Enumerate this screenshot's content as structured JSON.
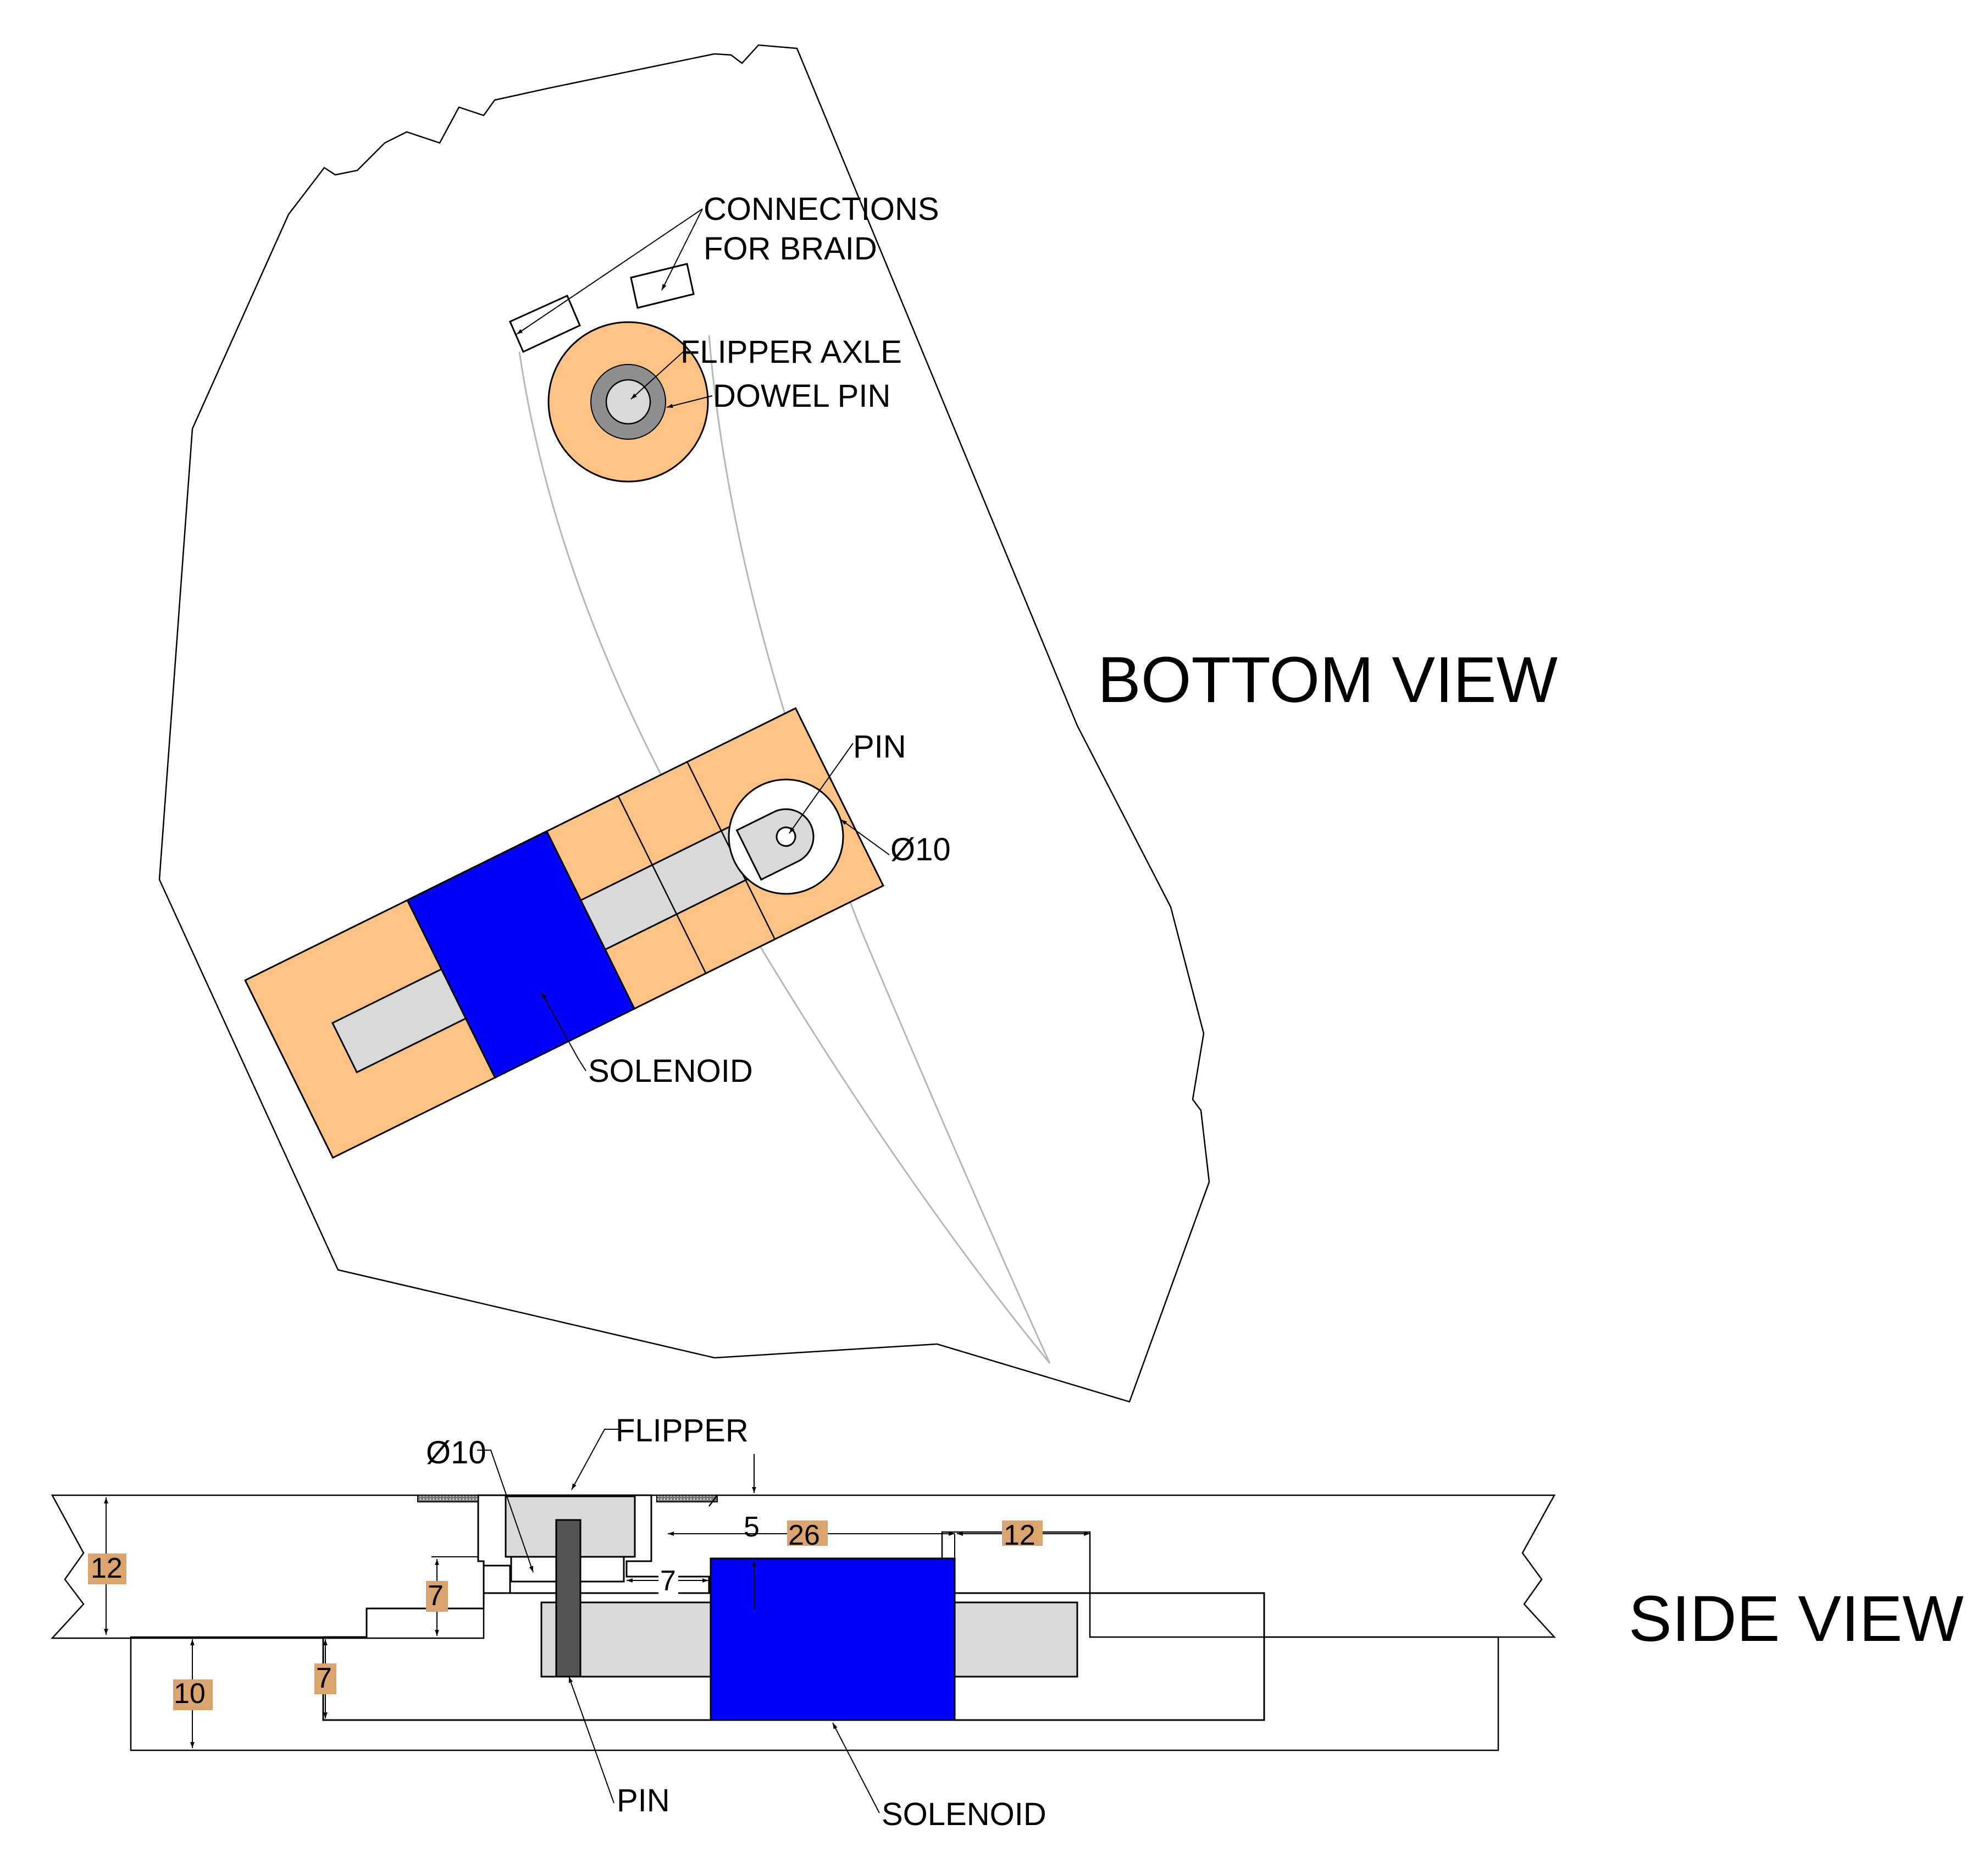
{
  "colors": {
    "wood": "#D9A46E",
    "pad": "#FCC385",
    "solenoid": "#0000FF",
    "plunger": "#D9D9D9",
    "pin": "#555555",
    "dowel_ring": "#8E8E8E",
    "line": "#000000",
    "ghost_line": "#B8B8B8"
  },
  "bottom_view": {
    "title": "BOTTOM VIEW",
    "labels": {
      "connections_1": "CONNECTIONS",
      "connections_2": "FOR BRAID",
      "flipper_axle": "FLIPPER AXLE",
      "dowel_pin": "DOWEL PIN",
      "pin": "PIN",
      "diameter": "Ø10",
      "solenoid": "SOLENOID"
    }
  },
  "side_view": {
    "title": "SIDE VIEW",
    "labels": {
      "diameter": "Ø10",
      "flipper": "FLIPPER",
      "pin": "PIN",
      "solenoid": "SOLENOID"
    },
    "dimensions": {
      "board_thickness": "12",
      "recess_depth": "7",
      "base_thickness": "10",
      "cavity_depth": "7",
      "top_gap": "5",
      "solenoid_length": "26",
      "pin_to_solenoid": "7",
      "plunger_travel": "12"
    }
  }
}
